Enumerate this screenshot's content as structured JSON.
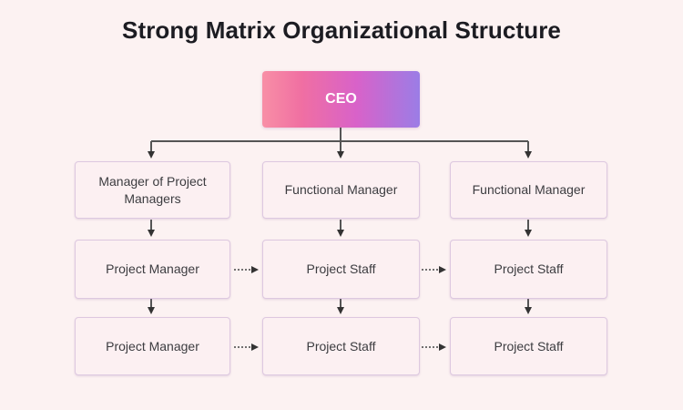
{
  "title": "Strong Matrix Organizational Structure",
  "ceo": {
    "label": "CEO",
    "gradient": [
      "#f88fa6",
      "#d862c9",
      "#9b7de6"
    ]
  },
  "columns": [
    {
      "head": "Manager of Project Managers",
      "rows": [
        "Project Manager",
        "Project Manager"
      ]
    },
    {
      "head": "Functional Manager",
      "rows": [
        "Project Staff",
        "Project Staff"
      ]
    },
    {
      "head": "Functional Manager",
      "rows": [
        "Project Staff",
        "Project Staff"
      ]
    }
  ],
  "connectors": {
    "solid": "CEO to each column head; vertical arrows down each column",
    "dotted": "horizontal arrows from column 1 to 2 and 2 to 3 on each row"
  },
  "colors": {
    "background": "#fcf2f2",
    "box_fill": "#fcf0f2",
    "box_border": "#ddc8e0",
    "line": "#555555",
    "title": "#1c1c22"
  }
}
